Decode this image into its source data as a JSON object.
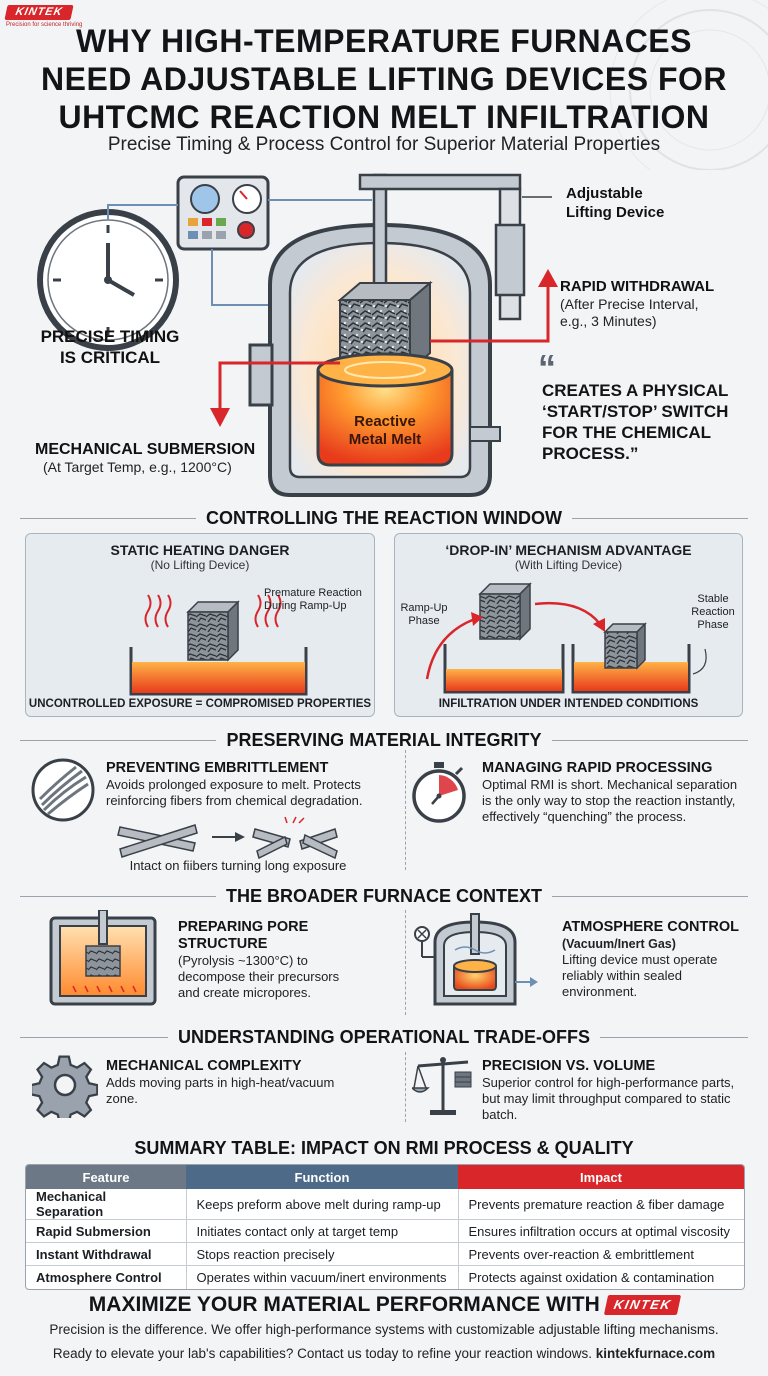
{
  "logo": {
    "text": "KINTEK",
    "tagline": "Precision for science thriving"
  },
  "title": {
    "line1": "WHY HIGH-TEMPERATURE FURNACES",
    "line2": "NEED ADJUSTABLE LIFTING DEVICES FOR",
    "line3": "UHTCMC REACTION MELT INFILTRATION",
    "subtitle": "Precise Timing & Process Control for Superior Material Properties"
  },
  "hero": {
    "lifting_device": [
      "Adjustable",
      "Lifting Device"
    ],
    "rapid_withdrawal": {
      "title": "RAPID WITHDRAWAL",
      "detail": [
        "(After Precise Interval,",
        "e.g., 3 Minutes)"
      ]
    },
    "timing": [
      "PRECISE TIMING",
      "IS CRITICAL"
    ],
    "submersion": {
      "title": "MECHANICAL SUBMERSION",
      "detail": "(At Target Temp, e.g., 1200°C)"
    },
    "melt": [
      "Reactive",
      "Metal Melt"
    ],
    "quote": [
      "CREATES A PHYSICAL",
      "‘START/STOP’ SWITCH",
      "FOR THE CHEMICAL",
      "PROCESS.”"
    ],
    "quote_mark": "“"
  },
  "section1": {
    "title": "CONTROLLING THE REACTION WINDOW",
    "left": {
      "title": "STATIC HEATING DANGER",
      "subtitle": "(No Lifting Device)",
      "note": [
        "Premature Reaction",
        "During Ramp-Up"
      ],
      "footer": "UNCONTROLLED EXPOSURE = COMPROMISED PROPERTIES"
    },
    "right": {
      "title": "‘DROP-IN’ MECHANISM ADVANTAGE",
      "subtitle": "(With Lifting Device)",
      "ramp": [
        "Ramp-Up",
        "Phase"
      ],
      "stable": [
        "Stable",
        "Reaction",
        "Phase"
      ],
      "footer": "INFILTRATION UNDER INTENDED CONDITIONS"
    }
  },
  "section2": {
    "title": "PRESERVING MATERIAL INTEGRITY",
    "left": {
      "title": "PREVENTING EMBRITTLEMENT",
      "text": [
        "Avoids prolonged exposure to melt. Protects",
        "reinforcing fibers from chemical degradation."
      ],
      "caption": "Intact on fiibers turning long exposure"
    },
    "right": {
      "title": "MANAGING RAPID PROCESSING",
      "text": [
        "Optimal RMI is short. Mechanical separation",
        "is the only way to stop the reaction instantly,",
        "effectively “quenching” the process."
      ]
    }
  },
  "section3": {
    "title": "THE BROADER FURNACE CONTEXT",
    "left": {
      "title": [
        "PREPARING PORE",
        "STRUCTURE"
      ],
      "text": [
        "(Pyrolysis ~1300°C) to",
        "decompose their precursors",
        "and create micropores."
      ]
    },
    "right": {
      "title": "ATMOSPHERE CONTROL",
      "subtitle": "(Vacuum/Inert Gas)",
      "text": [
        "Lifting device must operate",
        "reliably within sealed",
        "environment."
      ]
    }
  },
  "section4": {
    "title": "UNDERSTANDING OPERATIONAL TRADE-OFFS",
    "left": {
      "title": "MECHANICAL COMPLEXITY",
      "text": [
        "Adds moving parts in high-heat/vacuum",
        "zone."
      ]
    },
    "right": {
      "title": "PRECISION VS. VOLUME",
      "text": [
        "Superior control for high-performance parts,",
        "but may limit throughput compared to static",
        "batch."
      ]
    }
  },
  "table": {
    "title": "SUMMARY TABLE: IMPACT ON RMI PROCESS & QUALITY",
    "headers": [
      "Feature",
      "Function",
      "Impact"
    ],
    "header_colors": [
      "#6c7886",
      "#4d6a89",
      "#d9262b"
    ],
    "rows": [
      [
        "Mechanical Separation",
        "Keeps preform above melt during ramp-up",
        "Prevents premature reaction & fiber damage"
      ],
      [
        "Rapid Submersion",
        "Initiates contact only at target temp",
        "Ensures infiltration occurs at optimal viscosity"
      ],
      [
        "Instant Withdrawal",
        "Stops reaction precisely",
        "Prevents over-reaction & embrittlement"
      ],
      [
        "Atmosphere Control",
        "Operates within vacuum/inert environments",
        "Protects against oxidation & contamination"
      ]
    ]
  },
  "cta": {
    "title": "MAXIMIZE YOUR MATERIAL PERFORMANCE WITH",
    "logo": "KINTEK",
    "line1": "Precision is the difference. We offer high-performance systems with customizable adjustable lifting mechanisms.",
    "line2_prefix": "Ready to elevate your lab's capabilities? Contact us today to refine your reaction windows. ",
    "line2_link": "kintekfurnace.com"
  }
}
